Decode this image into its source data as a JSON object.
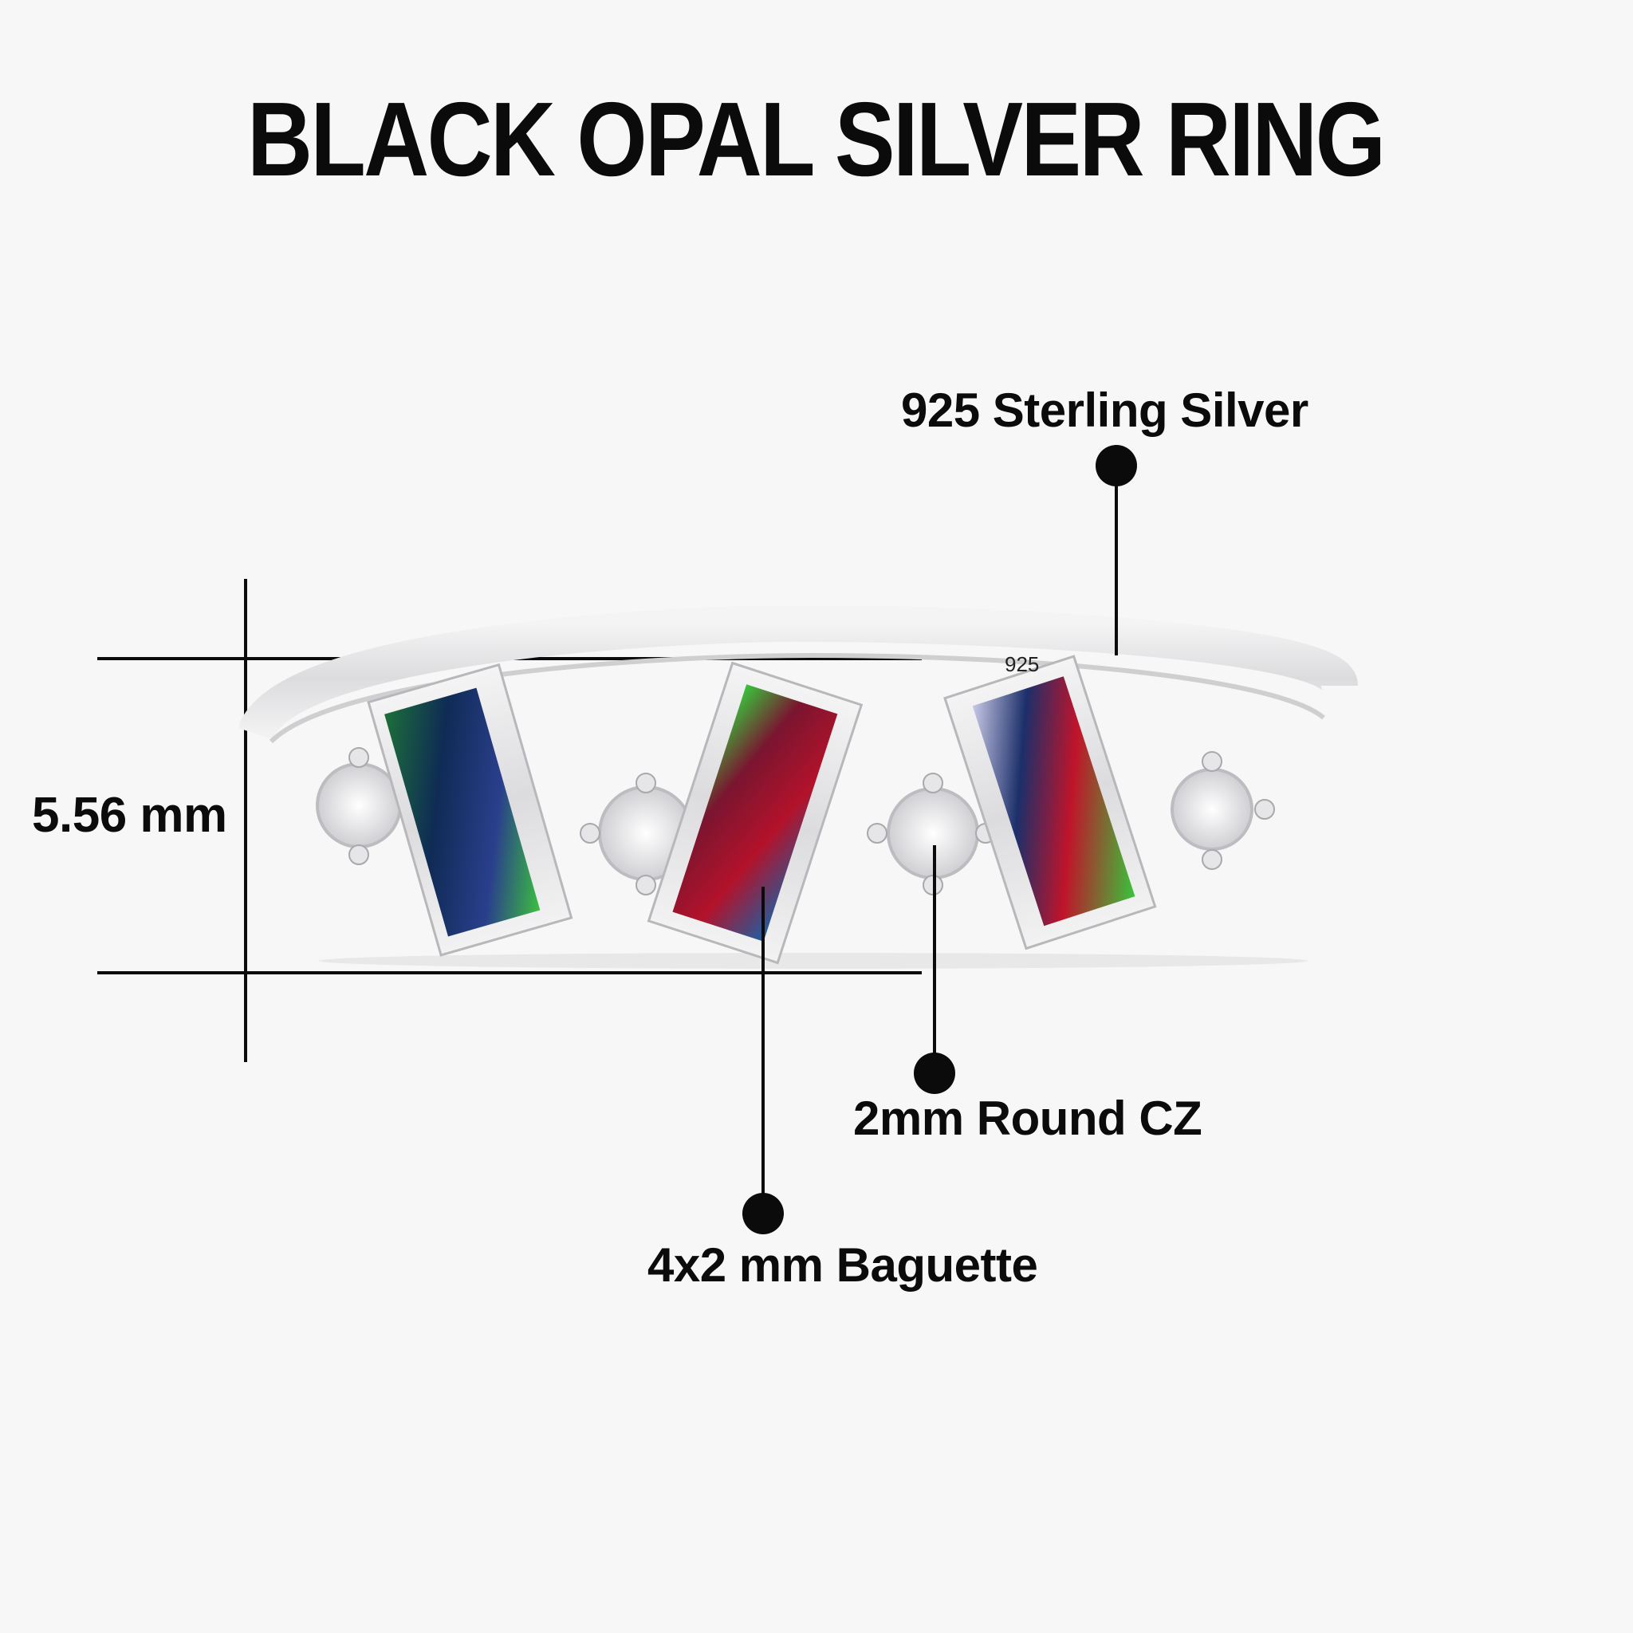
{
  "title": "BLACK OPAL SILVER RING",
  "dimension": {
    "height_label": "5.56 mm"
  },
  "callouts": {
    "metal": "925 Sterling Silver",
    "side_stone": "2mm Round CZ",
    "center_stone": "4x2 mm Baguette"
  },
  "ring": {
    "hallmark": "925",
    "metal_color": "#e9e9ea",
    "opal_colors": [
      "#0d2a4a",
      "#1e7a3a",
      "#b3122a",
      "#2d3f8f",
      "#39c43c"
    ]
  },
  "colors": {
    "background": "#f7f7f7",
    "text": "#0b0b0b"
  }
}
